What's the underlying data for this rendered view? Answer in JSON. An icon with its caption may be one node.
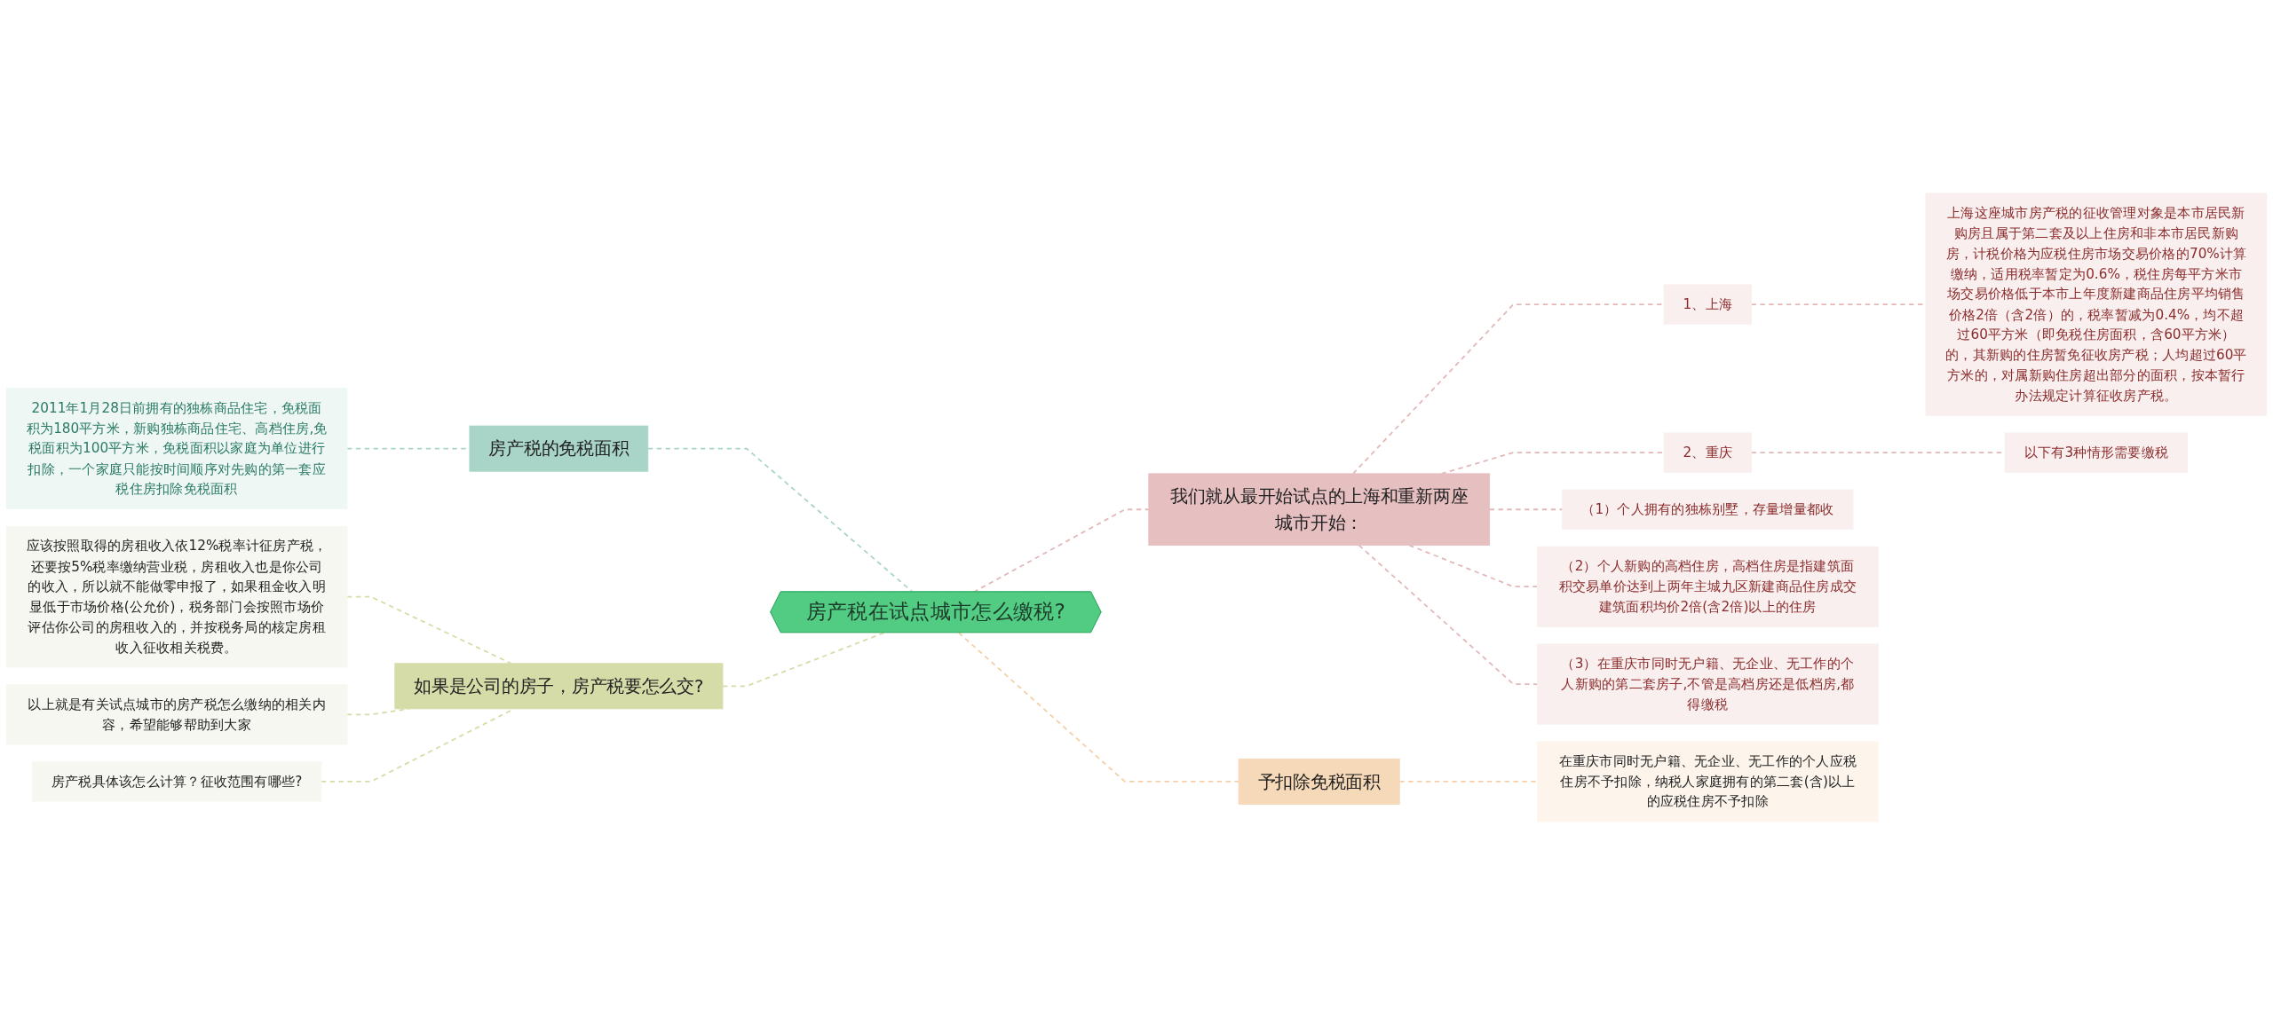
{
  "diagram": {
    "nodes": [
      {
        "text": [
          "房产税在试点城市怎么缴税?"
        ]
      },
      {
        "text": [
          "房产税的免税面积"
        ]
      },
      {
        "text": [
          "2011年1月28日前拥有的独栋商品住宅，免税面积为180平方米，新购独栋商品住宅、高档住房,免税面积为100平方米，免税面积以家庭为单位进行扣除，一个家庭只能按时间顺序对先购的第一套应税住房扣除免税面积"
        ]
      },
      {
        "text": [
          "如果是公司的房子，房产税要怎么交?"
        ]
      },
      {
        "text": [
          "应该按照取得的房租收入依12%税率计征房产税，还要按5%税率缴纳营业税，房租收入也是你公司的收入，所以就不能做零申报了，如果租金收入明显低于市场价格(公允价)，税务部门会按照市场价评估你公司的房租收入的，并按税务局的核定房租收入征收相关税费。"
        ]
      },
      {
        "text": [
          "以上就是有关试点城市的房产税怎么缴纳的相关内容，希望能够帮助到大家"
        ]
      },
      {
        "text": [
          "房产税具体该怎么计算？征收范围有哪些?"
        ]
      },
      {
        "text": [
          "我们就从最开始试点的上海和重新两座城市开始："
        ]
      },
      {
        "text": [
          "1、上海"
        ]
      },
      {
        "text": [
          "上海这座城市房产税的征收管理对象是本市居民新购房且属于第二套及以上住房和非本市居民新购房，计税价格为应税住房市场交易价格的70%计算缴纳，适用税率暂定为0.6%，税住房每平方米市场交易价格低于本市上年度新建商品住房平均销售价格2倍（含2倍）的，税率暂减为0.4%，均不超过60平方米（即免税住房面积，含60平方米）的，其新购的住房暂免征收房产税；人均超过60平方米的，对属新购住房超出部分的面积，按本暂行办法规定计算征收房产税。"
        ]
      },
      {
        "text": [
          "2、重庆"
        ]
      },
      {
        "text": [
          "以下有3种情形需要缴税"
        ]
      },
      {
        "text": [
          "（1）个人拥有的独栋别墅，存量增量都收"
        ]
      },
      {
        "text": [
          "（2）个人新购的高档住房，高档住房是指建筑面积交易单价达到上两年主城九区新建商品住房成交建筑面积均价2倍(含2倍)以上的住房"
        ]
      },
      {
        "text": [
          "（3）在重庆市同时无户籍、无企业、无工作的个人新购的第二套房子,不管是高档房还是低档房,都得缴税"
        ]
      },
      {
        "text": [
          "予扣除免税面积"
        ]
      },
      {
        "text": [
          "在重庆市同时无户籍、无企业、无工作的个人应税住房不予扣除，纳税人家庭拥有的第二套(含)以上的应税住房不予扣除"
        ]
      }
    ],
    "edges": [
      {
        "from": 0,
        "to": 1,
        "arrow": "none",
        "style": "dashed",
        "color": "#a8d5c8"
      },
      {
        "from": 1,
        "to": 2,
        "arrow": "none",
        "style": "dashed",
        "color": "#a8d5c8"
      },
      {
        "from": 0,
        "to": 3,
        "arrow": "none",
        "style": "dashed",
        "color": "#d6dca8"
      },
      {
        "from": 3,
        "to": 4,
        "arrow": "none",
        "style": "dashed",
        "color": "#d6dca8"
      },
      {
        "from": 3,
        "to": 5,
        "arrow": "none",
        "style": "dashed",
        "color": "#d6dca8"
      },
      {
        "from": 3,
        "to": 6,
        "arrow": "none",
        "style": "dashed",
        "color": "#d6dca8"
      },
      {
        "from": 0,
        "to": 7,
        "arrow": "none",
        "style": "dashed"
      },
      {
        "from": 7,
        "to": 8,
        "arrow": "none",
        "style": "dashed"
      },
      {
        "from": 8,
        "to": 9,
        "arrow": "none",
        "style": "dashed"
      },
      {
        "from": 7,
        "to": 10,
        "arrow": "none",
        "style": "dashed"
      },
      {
        "from": 10,
        "to": 11,
        "arrow": "none",
        "style": "dashed"
      },
      {
        "from": 7,
        "to": 12,
        "arrow": "none",
        "style": "dashed"
      },
      {
        "from": 7,
        "to": 13,
        "arrow": "none",
        "style": "dashed"
      },
      {
        "from": 7,
        "to": 14,
        "arrow": "none",
        "style": "dashed"
      },
      {
        "from": 0,
        "to": 15,
        "arrow": "none",
        "style": "dashed",
        "color": "#f4cfa8"
      },
      {
        "from": 15,
        "to": 16,
        "arrow": "none",
        "style": "dashed",
        "color": "#f4cfa8"
      }
    ]
  }
}
